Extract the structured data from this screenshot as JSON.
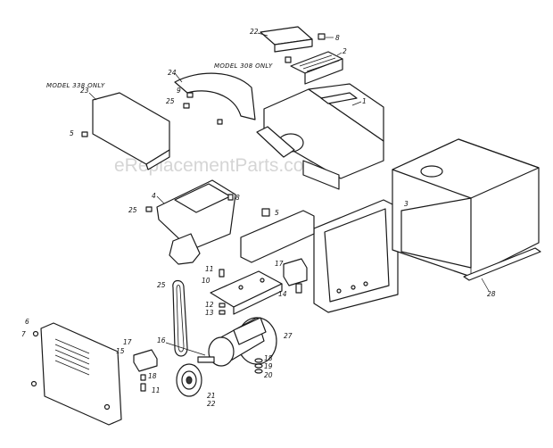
{
  "watermark": "eReplacementParts.com",
  "notes": {
    "model_308": "MODEL 308 ONLY",
    "model_338": "MODEL 338 ONLY"
  },
  "labels": {
    "p1": "1",
    "p2": "2",
    "p3": "3",
    "p4": "4",
    "p5a": "5",
    "p5b": "5",
    "p6": "6",
    "p7": "7",
    "p8a": "8",
    "p8b": "8",
    "p9": "9",
    "p10": "10",
    "p11a": "11",
    "p11b": "11",
    "p12": "12",
    "p13": "13",
    "p14": "14",
    "p15": "15",
    "p16": "16",
    "p17a": "17",
    "p17b": "17",
    "p18a": "18",
    "p18b": "18",
    "p19": "19",
    "p20": "20",
    "p21": "21",
    "p22a": "22",
    "p22b": "22",
    "p23": "23",
    "p24": "24",
    "p25a": "25",
    "p25b": "25",
    "p25c": "25",
    "p27": "27",
    "p28": "28"
  }
}
